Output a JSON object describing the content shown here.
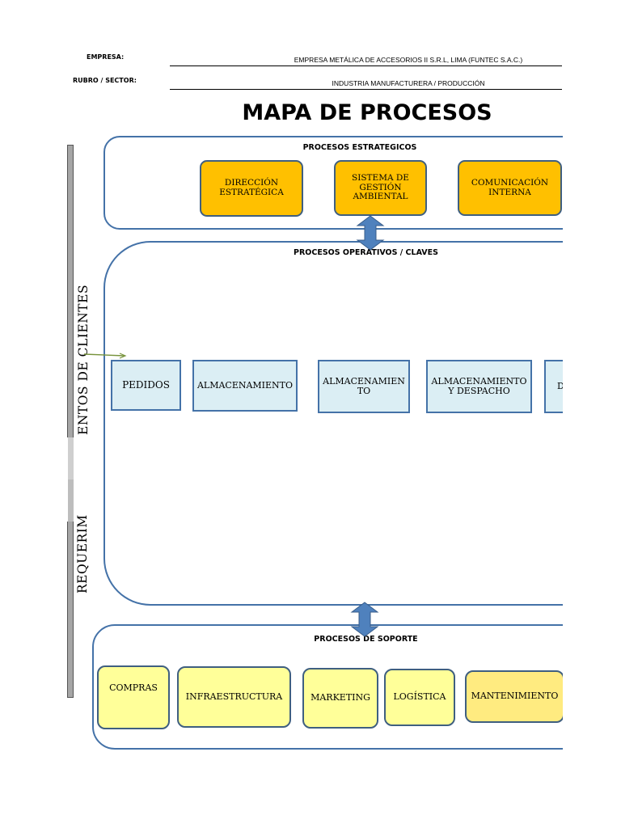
{
  "header": {
    "empresa_label": "EMPRESA:",
    "empresa_value": "EMPRESA METÁLICA DE ACCESORIOS II S.R.L, LIMA (FUNTEC S.A.C.)",
    "rubro_label": "RUBRO / SECTOR:",
    "rubro_value": "INDUSTRIA MANUFACTURERA / PRODUCCIÓN"
  },
  "title": "MAPA DE PROCESOS",
  "left_bar": {
    "text_top": "ENTOS DE CLIENTES",
    "text_bottom": "REQUERIM"
  },
  "strategic": {
    "title": "PROCESOS ESTRATEGICOS",
    "items": [
      "DIRECCIÓN ESTRATÉGICA",
      "SISTEMA DE GESTIÓN AMBIENTAL",
      "COMUNICACIÓN INTERNA"
    ]
  },
  "operative": {
    "title": "PROCESOS  OPERATIVOS / CLAVES",
    "items": [
      "PEDIDOS",
      "ALMACENAMIENTO",
      "ALMACENAMIEN TO",
      "ALMACENAMIENTO Y DESPACHO",
      "D"
    ]
  },
  "support": {
    "title": "PROCESOS DE SOPORTE",
    "items": [
      "COMPRAS",
      "INFRAESTRUCTURA",
      "MARKETING",
      "LOGÍSTICA",
      "MANTENIMIENTO"
    ]
  },
  "colors": {
    "panel_border": "#4472a8",
    "strategic_fill": "#ffc000",
    "operative_fill": "#dbeef4",
    "support_fill": "#ffff99",
    "arrow_fill": "#4f81bd"
  }
}
